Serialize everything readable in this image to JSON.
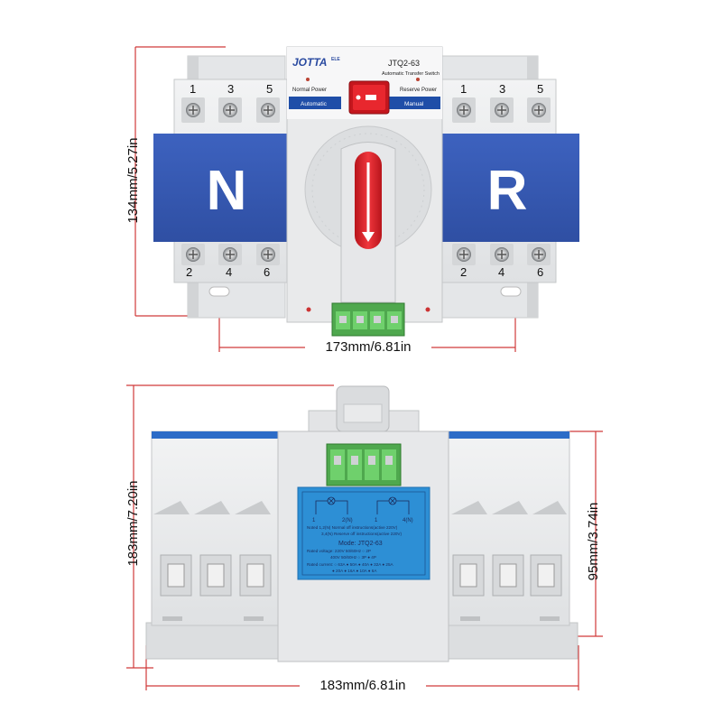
{
  "dimensions": {
    "top_height": "134mm/5.27in",
    "top_width": "173mm/6.81in",
    "bottom_height": "183mm/7.20in",
    "bottom_depth": "95mm/3.74in",
    "bottom_width": "183mm/6.81in"
  },
  "top_view": {
    "brand": "JOTTA",
    "brand_sup": "ELE",
    "model": "JTQ2-63",
    "subtitle": "Automatic  Transfer  Switch",
    "normal_power": "Normal Power",
    "reserve_power": "Reserve Power",
    "automatic": "Automatic",
    "manual": "Manual",
    "left_letter": "N",
    "right_letter": "R",
    "top_terminals": [
      "1",
      "3",
      "5"
    ],
    "bottom_terminals": [
      "2",
      "4",
      "6"
    ]
  },
  "nameplate": {
    "l1": "1",
    "l2": "2(N)",
    "l3": "1",
    "l4": "4(N)",
    "note1": "Noted 1,2(N) Normal off instructions(active 220V)",
    "note2": "3,4(N) Reserve off instructions(active 220V)",
    "mode": "Mode: JTQ2-63",
    "voltage1": "Rated voltage: 220V  50/60Hz   ○  2P",
    "voltage2": "400V  50/60Hz   ○  3P  ●  4P",
    "current1": "Rated current: ○ 63A ● 50A ● 40A ● 32A ● 25A",
    "current2": "● 20A ● 16A ● 10A ● 6A"
  },
  "colors": {
    "blue_band": "#3a5bb2",
    "red_handle": "#e0262c",
    "green_terminal": "#5cbf5a",
    "housing": "#e8e9ea",
    "nameplate": "#2d8fd5",
    "dimension_line": "#d03a3a"
  }
}
